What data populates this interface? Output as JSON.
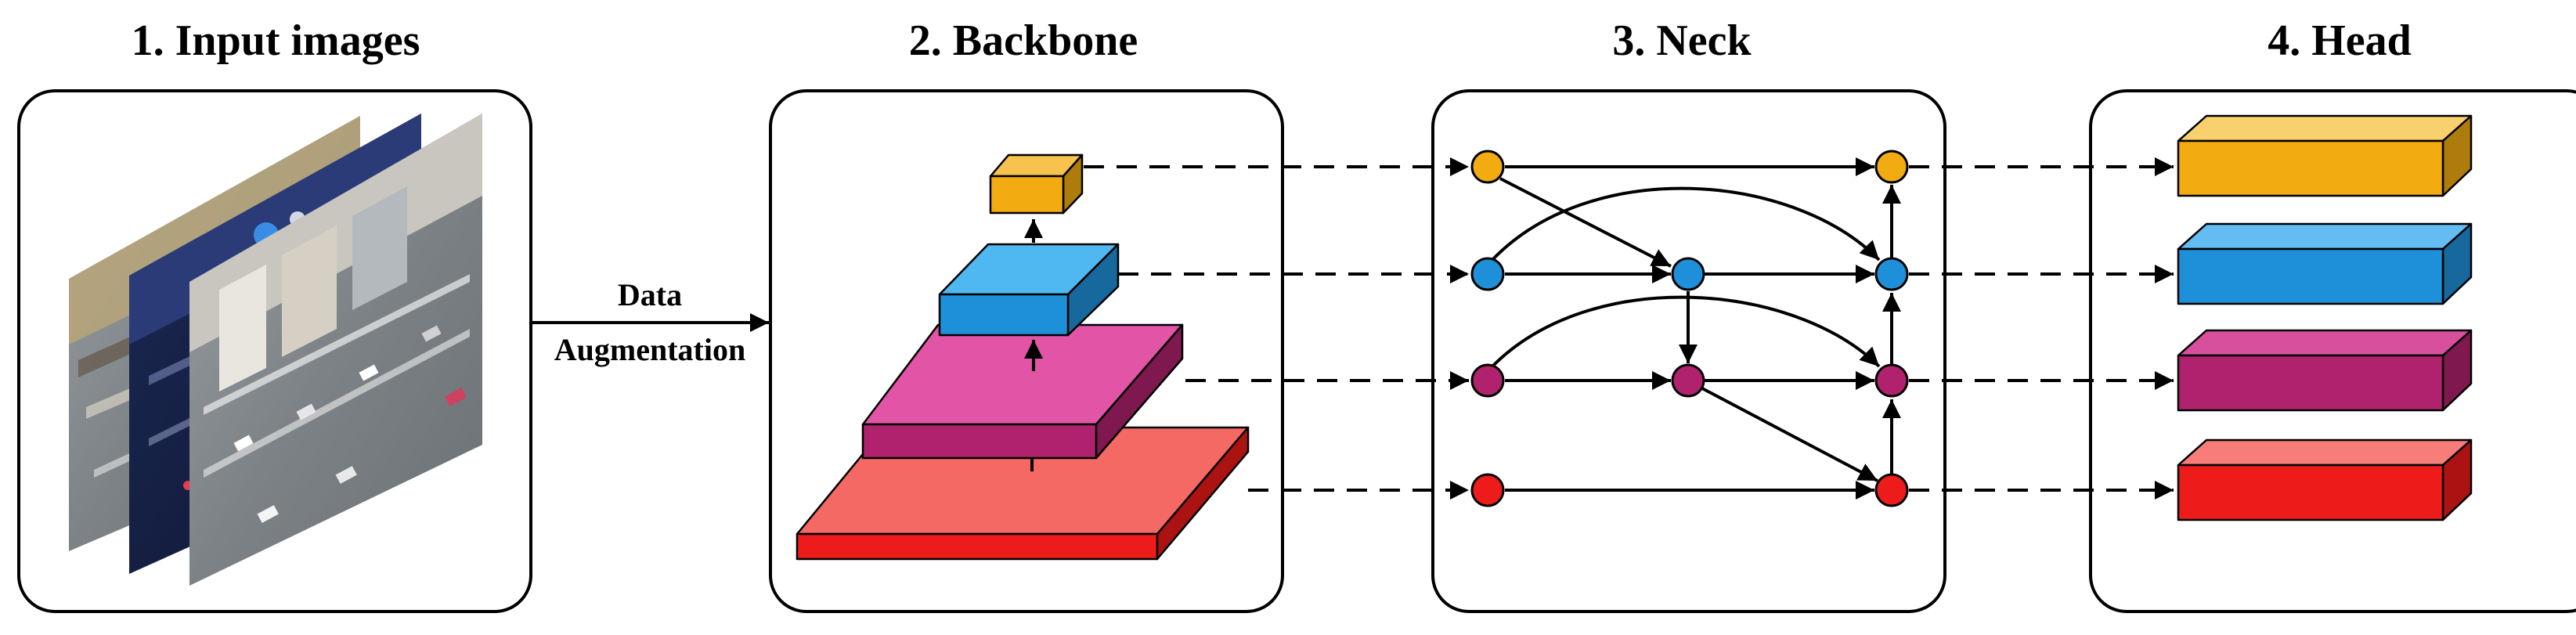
{
  "titles": {
    "input": "1. Input images",
    "backbone": "2. Backbone",
    "neck": "3. Neck",
    "head": "4. Head"
  },
  "edge_label": {
    "line1": "Data",
    "line2": "Augmentation"
  },
  "colors": {
    "level1": "#F2AC12",
    "level2": "#1E90DA",
    "level3": "#B0226E",
    "level4": "#EE1B1B",
    "backbone_top1": "#F7C24E",
    "backbone_top2": "#4FB8F0",
    "backbone_top3": "#E255A6",
    "backbone_top4": "#F46964",
    "head_top1": "#F8D06D",
    "head_top2": "#63BDF2",
    "head_top3": "#D6509D",
    "head_top4": "#F77C7A"
  }
}
